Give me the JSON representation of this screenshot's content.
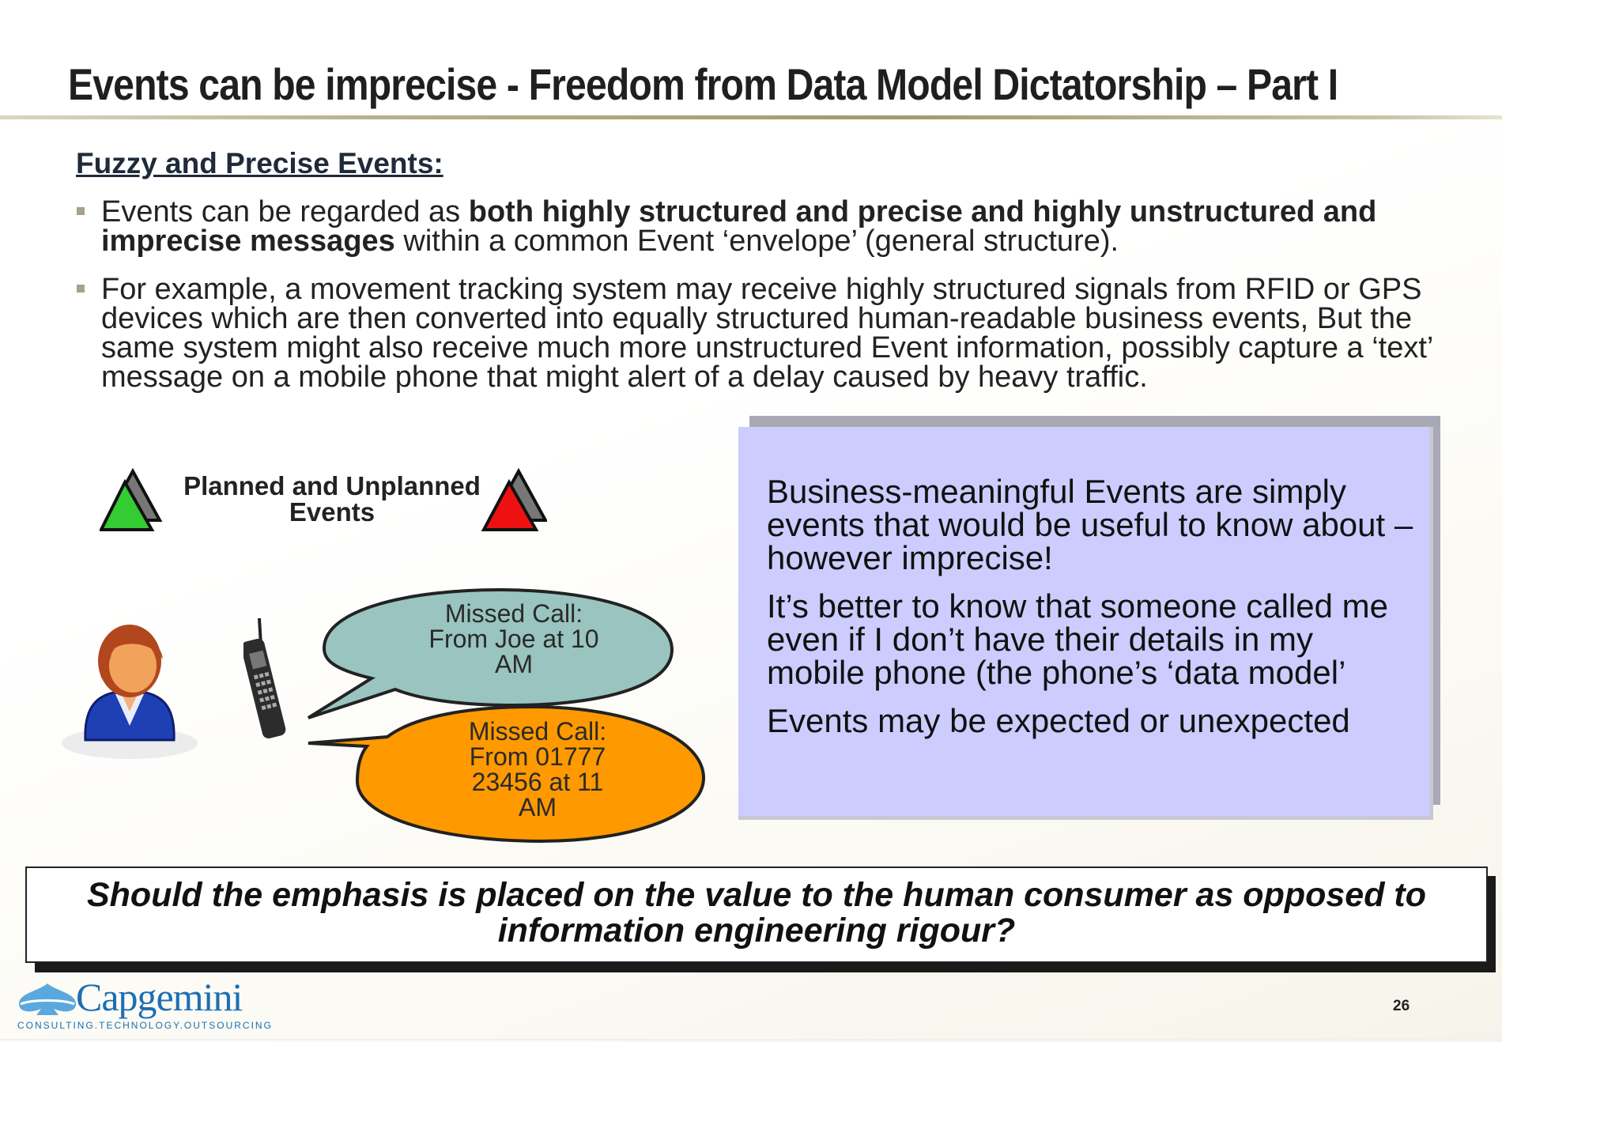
{
  "slide": {
    "title": "Events can be imprecise - Freedom from Data Model Dictatorship – Part I",
    "section_heading": "Fuzzy and Precise Events:",
    "bullets": [
      {
        "pre": "Events can be regarded as ",
        "bold": "both highly structured and precise and highly unstructured and imprecise messages",
        "post": " within a common Event ‘envelope’ (general structure)."
      },
      {
        "text": "For example, a movement tracking system may receive highly structured signals from RFID or GPS devices which are then converted into equally structured human-readable business events, But the same system might also receive much more unstructured Event information, possibly capture a ‘text’ message on a mobile phone that might alert of a delay caused by heavy traffic."
      }
    ]
  },
  "diagram": {
    "events_label_line1": "Planned and Unplanned",
    "events_label_line2": "Events",
    "bubble_1": {
      "line1": "Missed Call:",
      "line2": "From Joe at 10",
      "line3": "AM"
    },
    "bubble_2": {
      "line1": "Missed Call:",
      "line2": "From 01777",
      "line3": "23456 at 11",
      "line4": "AM"
    },
    "colors": {
      "planned_triangle": "#33cc33",
      "unplanned_triangle": "#ee1111",
      "bubble_1_fill": "#99c4bf",
      "bubble_2_fill": "#ff9900",
      "info_box_fill": "#ccccff"
    },
    "icons": [
      "person-icon",
      "mobile-phone-icon"
    ]
  },
  "info_box": {
    "paragraph_1": "Business-meaningful Events are simply events that would be useful to know about – however imprecise!",
    "paragraph_2": "It’s better to know that someone called me even if I don’t have their details in my mobile phone (the phone’s ‘data model’",
    "paragraph_3": "Events may be expected or unexpected"
  },
  "question": {
    "line1": "Should the emphasis is placed on the value to the human consumer as opposed to",
    "line2": "information engineering rigour?"
  },
  "footer": {
    "logo_text": "Capgemini",
    "tagline": "CONSULTING.TECHNOLOGY.OUTSOURCING",
    "page_number": "26"
  }
}
